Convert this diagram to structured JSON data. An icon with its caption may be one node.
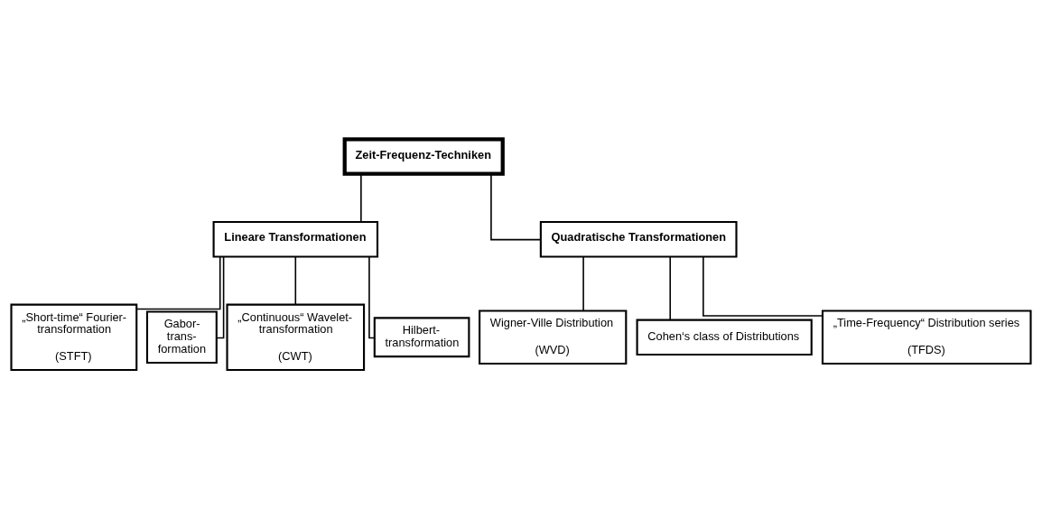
{
  "diagram": {
    "nodes": [
      {
        "text": [
          "Zeit-Frequenz-Techniken"
        ]
      },
      {
        "text": [
          "Lineare Transformationen"
        ]
      },
      {
        "text": [
          "Quadratische Transformationen"
        ]
      },
      {
        "text": [
          "„Short-time“ Fourier- transformation",
          "(STFT)"
        ]
      },
      {
        "text": [
          "Gabor- trans- formation"
        ]
      },
      {
        "text": [
          "„Continuous“ Wavelet- transformation",
          "(CWT)"
        ]
      },
      {
        "text": [
          "Hilbert- transformation"
        ]
      },
      {
        "text": [
          "Wigner-Ville Distribution",
          "(WVD)"
        ]
      },
      {
        "text": [
          "Cohen‘s class of Distributions"
        ]
      },
      {
        "text": [
          "„Time-Frequency“ Distribution series",
          "(TFDS)"
        ]
      }
    ],
    "edges": [
      {
        "from": 0,
        "to": 1,
        "arrow": "none"
      },
      {
        "from": 0,
        "to": 2,
        "arrow": "none"
      },
      {
        "from": 1,
        "to": 3,
        "arrow": "none"
      },
      {
        "from": 1,
        "to": 4,
        "arrow": "none"
      },
      {
        "from": 1,
        "to": 5,
        "arrow": "none"
      },
      {
        "from": 1,
        "to": 6,
        "arrow": "none"
      },
      {
        "from": 2,
        "to": 7,
        "arrow": "none"
      },
      {
        "from": 2,
        "to": 8,
        "arrow": "none"
      },
      {
        "from": 2,
        "to": 9,
        "arrow": "none"
      }
    ]
  }
}
